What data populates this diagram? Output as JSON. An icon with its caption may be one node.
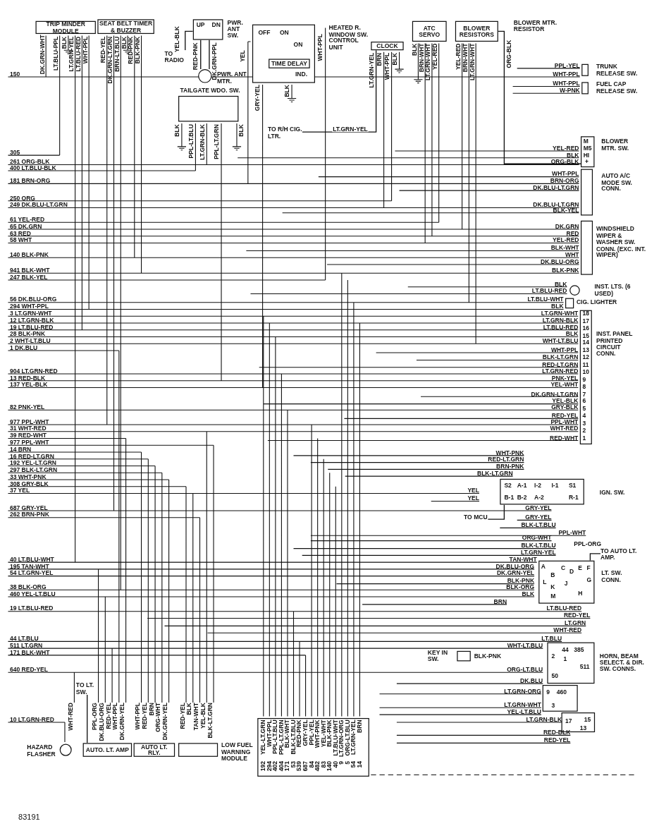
{
  "diagram": {
    "nodes": [
      {
        "text": [
          "TRIP MINDER MODULE"
        ]
      },
      {
        "text": [
          "SEAT BELT TIMER & BUZZER"
        ]
      },
      {
        "text": [
          "PWR. ANT SW."
        ]
      },
      {
        "text": [],
        "shape": "circle",
        "beside": [
          "PWR. ANT MTR."
        ]
      },
      {
        "text": [
          "HEATED R. WINDOW SW. CONTROL UNIT"
        ]
      },
      {
        "text": [
          "TIME DELAY"
        ],
        "in": 4
      },
      {
        "text": [
          "CLOCK"
        ]
      },
      {
        "text": [
          "ATC SERVO"
        ]
      },
      {
        "text": [
          "BLOWER RESISTORS"
        ]
      },
      {
        "text": [
          "TAILGATE WDO. SW."
        ]
      },
      {
        "text": [
          "TRUNK RELEASE SW."
        ]
      },
      {
        "text": [
          "FUEL CAP RELEASE SW."
        ]
      },
      {
        "text": [
          "BLOWER MTR. SW."
        ]
      },
      {
        "text": [
          "AUTO A/C MODE SW. CONN."
        ]
      },
      {
        "text": [
          "WINDSHIELD WIPER & WASHER SW. CONN. (EXC. INT. WIPER)"
        ]
      },
      {
        "text": [
          "INST. LTS. (6 USED)"
        ]
      },
      {
        "text": [
          "CIG. LIGHTER"
        ]
      },
      {
        "text": [
          "INST. PANEL PRINTED CIRCUIT CONN."
        ]
      },
      {
        "text": [
          "IGN. SW."
        ]
      },
      {
        "text": [
          "LT. SW. CONN."
        ]
      },
      {
        "text": [
          "HORN, BEAM SELECT. & DIR. SW. CONNS."
        ]
      },
      {
        "text": [
          "KEY IN SW."
        ]
      },
      {
        "text": [
          "HAZARD FLASHER"
        ]
      },
      {
        "text": [
          "AUTO. LT. AMP"
        ]
      },
      {
        "text": [
          "AUTO LT. RLY."
        ]
      },
      {
        "text": [
          "LOW FUEL WARNING MODULE"
        ]
      },
      {
        "text": [],
        "shape": "box"
      },
      {
        "text": [
          "TO R/H CIG. LTR."
        ]
      },
      {
        "text": [
          "TO RADIO"
        ]
      },
      {
        "text": [
          "TO MCU"
        ]
      },
      {
        "text": [
          "TO AUTO LT. AMP."
        ]
      },
      {
        "text": [
          "TO LT. SW."
        ]
      }
    ],
    "edges": [
      {
        "from": 28,
        "to": 2,
        "arrow": "none"
      },
      {
        "from": 3,
        "to": 2,
        "arrow": "none"
      },
      {
        "from": 3,
        "to": 2,
        "arrow": "none"
      },
      {
        "from": 27,
        "to": 6,
        "arrow": "none",
        "label": "LT.GRN-YEL"
      },
      {
        "from": 8,
        "to": 12,
        "arrow": "none"
      },
      {
        "from": 29,
        "to": 18,
        "arrow": "none"
      },
      {
        "from": 19,
        "to": 30,
        "arrow": "none"
      },
      {
        "from": 31,
        "to": 23,
        "arrow": "none"
      }
    ],
    "labels": [
      "DK.GRN-WHT",
      "LT.BLU-PPL",
      "BLK",
      "LT.GRN-YEL",
      "LT.BLU-RED",
      "WHT-PPL",
      "RED-YEL",
      "DK.GRN-LT.GRN",
      "BRN-LT.BLU",
      "BLK",
      "RED-PNK",
      "BLK-PNK",
      "YEL-BLK",
      "UP",
      "DN",
      "RED-PNK",
      "DK.GRN-PPL",
      "OFF",
      "ON",
      "YEL",
      "ON",
      "IND.",
      "GRY-YEL",
      "BLK",
      "WHT-PPL",
      "LT.GRN-YEL",
      "BRN",
      "WHT-PPL",
      "BLK",
      "BLK",
      "PPL-LT.BLU",
      "LT.GRN-BLK",
      "PPL-LT.GRN",
      "BLK",
      "BLK",
      "BRN-WHT",
      "LT.GRN-WHT",
      "YEL-RED",
      "YEL-RED",
      "BRN-WHT",
      "LT.GRN-WHT",
      "ORG-BLK",
      "BLOWER MTR. RESISTOR",
      "PPL-YEL",
      "WHT-PPL",
      "WHT-PPL",
      "W-PNK",
      "M",
      "YEL-RED",
      "M5",
      "BLK",
      "HI",
      "ORG-BLK",
      "+",
      "WHT-PPL",
      "BRN-ORG",
      "DK.BLU-LT.GRN",
      "DK.BLU-LT.GRN",
      "BLK-YEL",
      "DK.GRN",
      "RED",
      "YEL-RED",
      "BLK-WHT",
      "WHT",
      "DK.BLU-ORG",
      "BLK-PNK",
      "BLK",
      "LT.BLU-RED",
      "LT.BLU-WHT",
      "BLK",
      "LT.GRN-WHT",
      "18",
      "LT.GRN-BLK",
      "17",
      "LT.BLU-RED",
      "16",
      "BLK",
      "15",
      "WHT-LT.BLU",
      "14",
      "WHT-PPL",
      "13",
      "BLK-LT.GRN",
      "12",
      "RED-LT.GRN",
      "11",
      "LT.GRN-RED",
      "10",
      "PNK-YEL",
      "9",
      "YEL-WHT",
      "8",
      "DK.GRN-LT.GRN",
      "7",
      "YEL-BLK",
      "6",
      "GRY-BLK",
      "5",
      "RED-YEL",
      "4",
      "PPL-WHT",
      "3",
      "WHT-RED",
      "2",
      "RED-WHT",
      "1",
      "WHT-PNK",
      "RED-LT.GRN",
      "BRN-PNK",
      "BLK-LT.GRN",
      "S2",
      "A-1",
      "I-2",
      "I-1",
      "S1",
      "YEL",
      "YEL",
      "B-1",
      "B-2",
      "A-2",
      "R-1",
      "GRY-YEL",
      "GRY-YEL",
      "BLK-LT.BLU",
      "PPL-WHT",
      "ORG-WHT",
      "BLK-LT.BLU",
      "PPL-ORG",
      "LT.GRN-YEL",
      "TAN-WHT",
      "DK.BLU-ORG",
      "A",
      "C",
      "D",
      "E",
      "F",
      "DK.GRN-YEL",
      "B",
      "BLK-PNK",
      "L",
      "G",
      "BLK-ORG",
      "K",
      "J",
      "BLK",
      "M",
      "H",
      "BRN",
      "LT.BLU-RED",
      "RED-YEL",
      "LT.GRN",
      "WHT-RED",
      "LT.BLU",
      "44",
      "385",
      "WHT-LT.BLU",
      "2",
      "1",
      "511",
      "BLK-PNK",
      "ORG-LT.BLU",
      "50",
      "DK.BLU",
      "LT.GRN-ORG",
      "9",
      "460",
      "LT.GRN-WHT",
      "3",
      "YEL-LT.BLU",
      "LT.GRN-BLK",
      "17",
      "15",
      "13",
      "RED-BLK",
      "RED-YEL",
      "150",
      "305",
      "261 ORG-BLK",
      "400 LT.BLU-BLK",
      "181 BRN-ORG",
      "250 ORG",
      "249 DK.BLU-LT.GRN",
      "61 YEL-RED",
      "65 DK.GRN",
      "63 RED",
      "58 WHT",
      "140 BLK-PNK",
      "941 BLK-WHT",
      "247 BLK-YEL",
      "56 DK.BLU-ORG",
      "294 WHT-PPL",
      "3 LT.GRN-WHT",
      "12 LT.GRN-BLK",
      "19 LT.BLU-RED",
      "28 BLK-PNK",
      "2 WHT-LT.BLU",
      "1 DK.BLU",
      "904 LT.GRN-RED",
      "13 RED-BLK",
      "137 YEL-BLK",
      "82 PNK-YEL",
      "977 PPL-WHT",
      "31 WHT-RED",
      "39 RED-WHT",
      "977 PPL-WHT",
      "14 BRN",
      "16 RED-LT.GRN",
      "192 YEL-LT.GRN",
      "297 BLK-LT.GRN",
      "33 WHT-PNK",
      "308 GRY-BLK",
      "37 YEL",
      "687 GRY-YEL",
      "262 BRN-PNK",
      "40 LT.BLU-WHT",
      "195 TAN-WHT",
      "54 LT.GRN-YEL",
      "38 BLK-ORG",
      "460 YEL-LT.BLU",
      "19 LT.BLU-RED",
      "44 LT.BLU",
      "511 LT.GRN",
      "171 BLK-WHT",
      "640 RED-YEL",
      "10 LT.GRN-RED",
      "WHT-RED",
      "PPL-ORG",
      "DK.BLU-ORG",
      "RED-YEL",
      "WHT-PPL",
      "DK.GRN-YEL",
      "WHT-PPL",
      "RED-YEL",
      "BRN",
      "ORG-WHT",
      "DK.GRN-YEL",
      "RED-YEL",
      "BLK",
      "TAN-WHT",
      "YEL-BLK",
      "BLK-LT.GRN",
      "YEL-LT.GRN",
      "WHT-PPL",
      "PPL-LT.BLU",
      "PPL-LT.GRN",
      "BLK-WHT",
      "BLK-LT.BLU",
      "RED-PNK",
      "GRY-YEL",
      "PPL-YEL",
      "WHT-PNK",
      "YEL-WHT",
      "BLK-PNK",
      "LT.BLU-WHT",
      "LT.GRN-ORG",
      "ORG-LT.BLU",
      "LT.GRN-YEL",
      "BRN",
      "192",
      "294",
      "402",
      "404",
      "171",
      "53",
      "539",
      "687",
      "84",
      "482",
      "83",
      "140",
      "40",
      "9",
      "5",
      "54",
      "14",
      "83191"
    ]
  }
}
